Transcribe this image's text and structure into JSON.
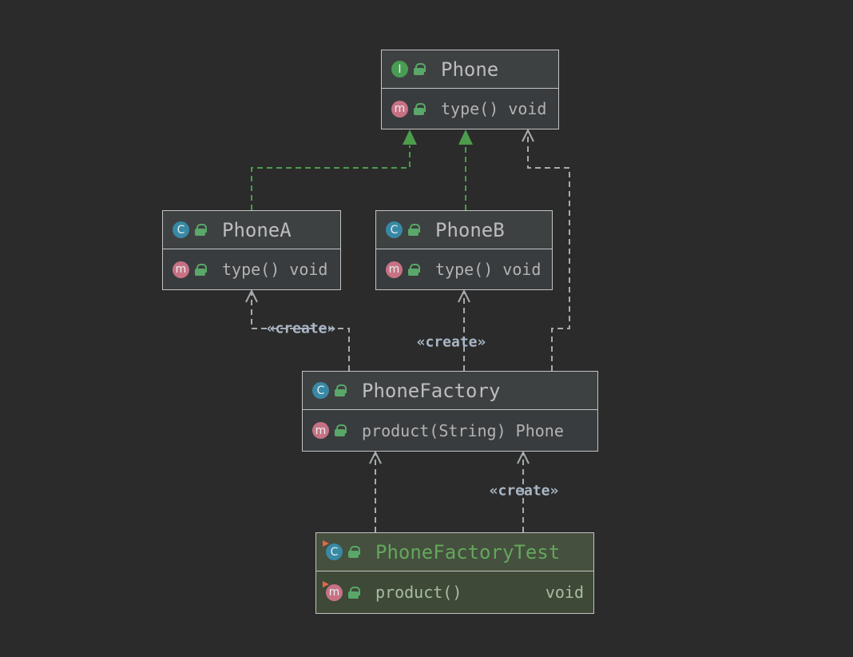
{
  "diagram": {
    "tool": "UML class diagram",
    "edge_label": "«create»",
    "colors": {
      "background": "#2b2b2b",
      "node_border": "#c3c3c3",
      "node_header_bg": "#3e4142",
      "node_body_bg": "#393c3e",
      "node_text": "#bdbdbd",
      "test_header_bg": "#45503e",
      "test_title_text": "#64a75c",
      "realization_green": "#4c9c4c",
      "dependency_gray": "#a6abae",
      "interface_icon_bg": "#499c54",
      "class_icon_bg": "#3889a5",
      "method_icon_bg": "#c77284",
      "lock_icon_green": "#59a869",
      "run_marker_orange": "#e0684b"
    },
    "icons": {
      "interface_letter": "I",
      "class_letter": "C",
      "method_letter": "m"
    },
    "nodes": {
      "phone": {
        "title": "Phone",
        "stereotype": "interface",
        "method": "type() void"
      },
      "phoneA": {
        "title": "PhoneA",
        "stereotype": "class",
        "method": "type() void"
      },
      "phoneB": {
        "title": "PhoneB",
        "stereotype": "class",
        "method": "type() void"
      },
      "phoneFactory": {
        "title": "PhoneFactory",
        "stereotype": "class",
        "method": "product(String) Phone"
      },
      "phoneFactoryTest": {
        "title": "PhoneFactoryTest",
        "stereotype": "test-class",
        "method_name": "product()",
        "method_return": "void"
      }
    },
    "edges": [
      {
        "from": "PhoneA",
        "to": "Phone",
        "type": "realization",
        "label": ""
      },
      {
        "from": "PhoneB",
        "to": "Phone",
        "type": "realization",
        "label": ""
      },
      {
        "from": "PhoneFactory",
        "to": "Phone",
        "type": "dependency",
        "label": ""
      },
      {
        "from": "PhoneFactory",
        "to": "PhoneA",
        "type": "dependency",
        "label": "«create»"
      },
      {
        "from": "PhoneFactory",
        "to": "PhoneB",
        "type": "dependency",
        "label": "«create»"
      },
      {
        "from": "PhoneFactoryTest",
        "to": "PhoneFactory",
        "type": "dependency",
        "label": ""
      },
      {
        "from": "PhoneFactoryTest",
        "to": "PhoneFactory",
        "type": "dependency",
        "label": "«create»"
      }
    ]
  }
}
